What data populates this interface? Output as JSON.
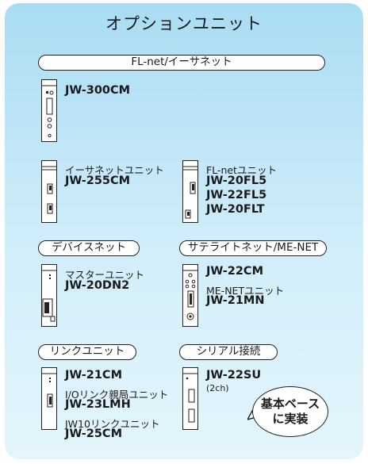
{
  "title": "オプションユニット",
  "sections": {
    "flnet": {
      "header": "FL-net/イーサネット",
      "jw300": {
        "model": "JW-300CM"
      },
      "ether": {
        "label": "イーサネットユニット",
        "model": "JW-255CM"
      },
      "flunit": {
        "label": "FL-netユニット",
        "models": [
          "JW-20FL5",
          "JW-22FL5",
          "JW-20FLT"
        ]
      }
    },
    "devicenet": {
      "header": "デバイスネット",
      "label": "マスターユニット",
      "model": "JW-20DN2"
    },
    "satellite": {
      "header": "サテライトネット/ME-NET",
      "model1": "JW-22CM",
      "label2": "ME-NETユニット",
      "model2": "JW-21MN"
    },
    "link": {
      "header": "リンクユニット",
      "model1": "JW-21CM",
      "label2": "I/Oリンク親局ユニット",
      "model2": "JW-23LMH",
      "label3": "JW10リンクユニット",
      "model3": "JW-25CM"
    },
    "serial": {
      "header": "シリアル接続",
      "model": "JW-22SU",
      "note": "(2ch)"
    }
  },
  "callout": {
    "line1": "基本ベース",
    "line2": "に実装"
  }
}
